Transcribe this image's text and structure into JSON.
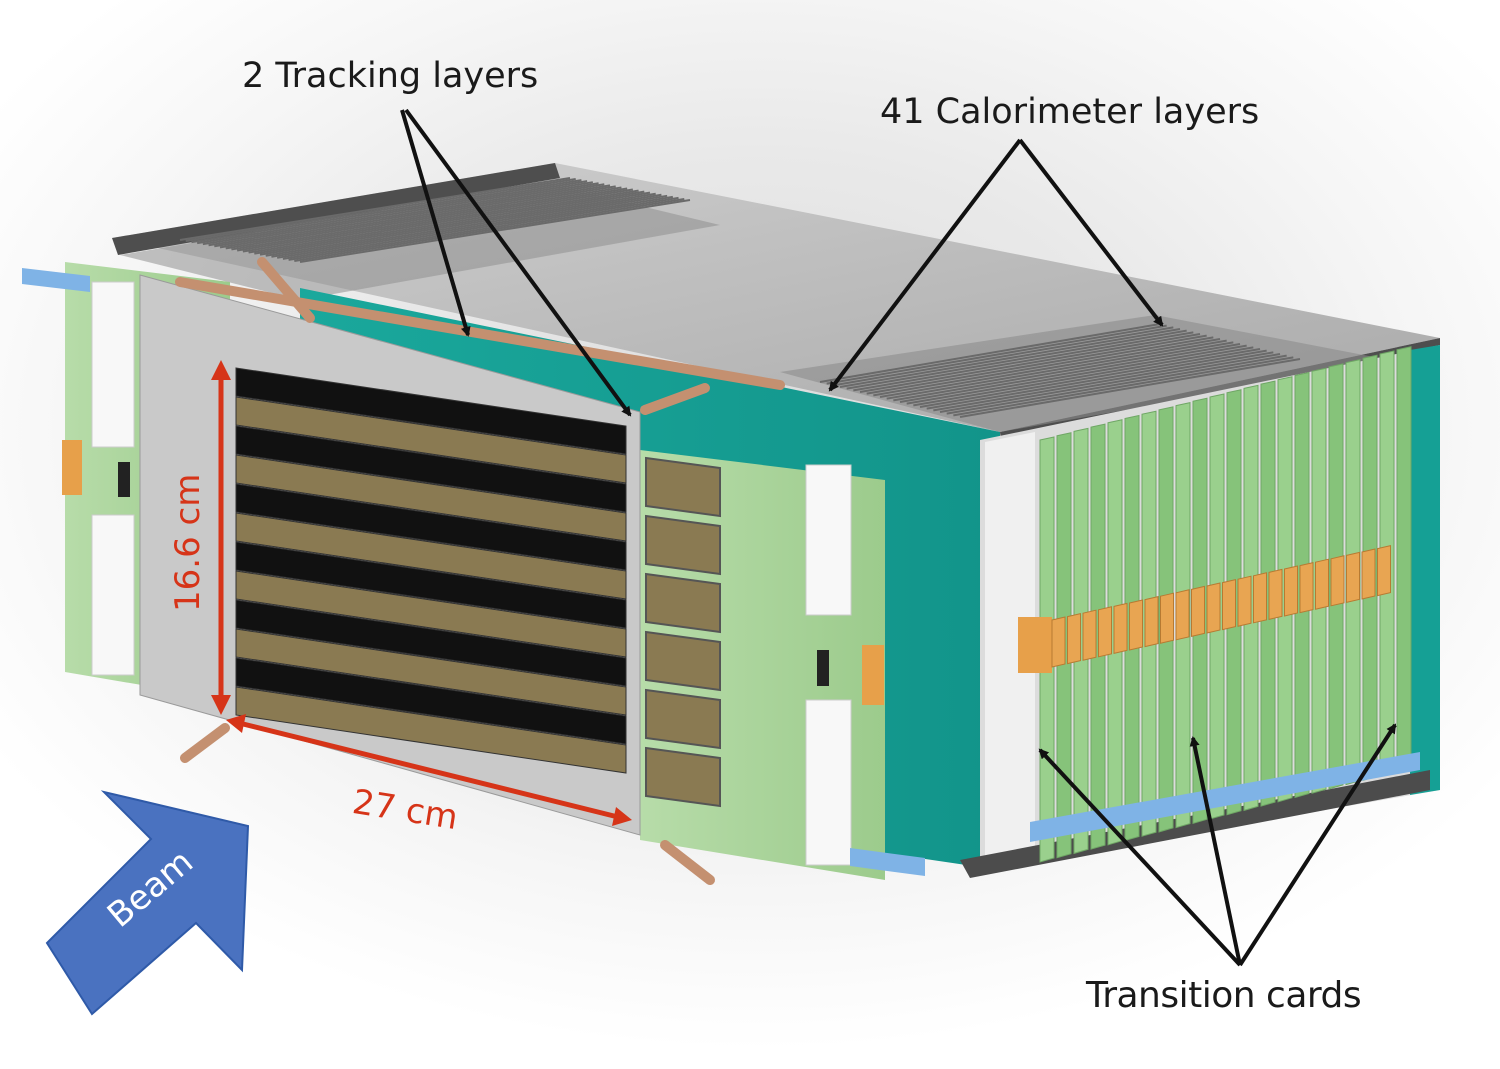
{
  "labels": {
    "tracking": "2 Tracking layers",
    "calorimeter": "41 Calorimeter layers",
    "transition": "Transition cards"
  },
  "dimensions": {
    "width": "27 cm",
    "height": "16.6 cm"
  },
  "beam": {
    "label": "Beam"
  },
  "colors": {
    "dimension": "#d63418",
    "beam_arrow": "#4a72c0",
    "pcb": "#a8d39a",
    "teal_panel": "#1aa89c",
    "sensor_gold": "#8a7a52",
    "connector": "#e7a04a",
    "blue_strip": "#7fb3e6",
    "frame_dark": "#5a5a5a"
  }
}
